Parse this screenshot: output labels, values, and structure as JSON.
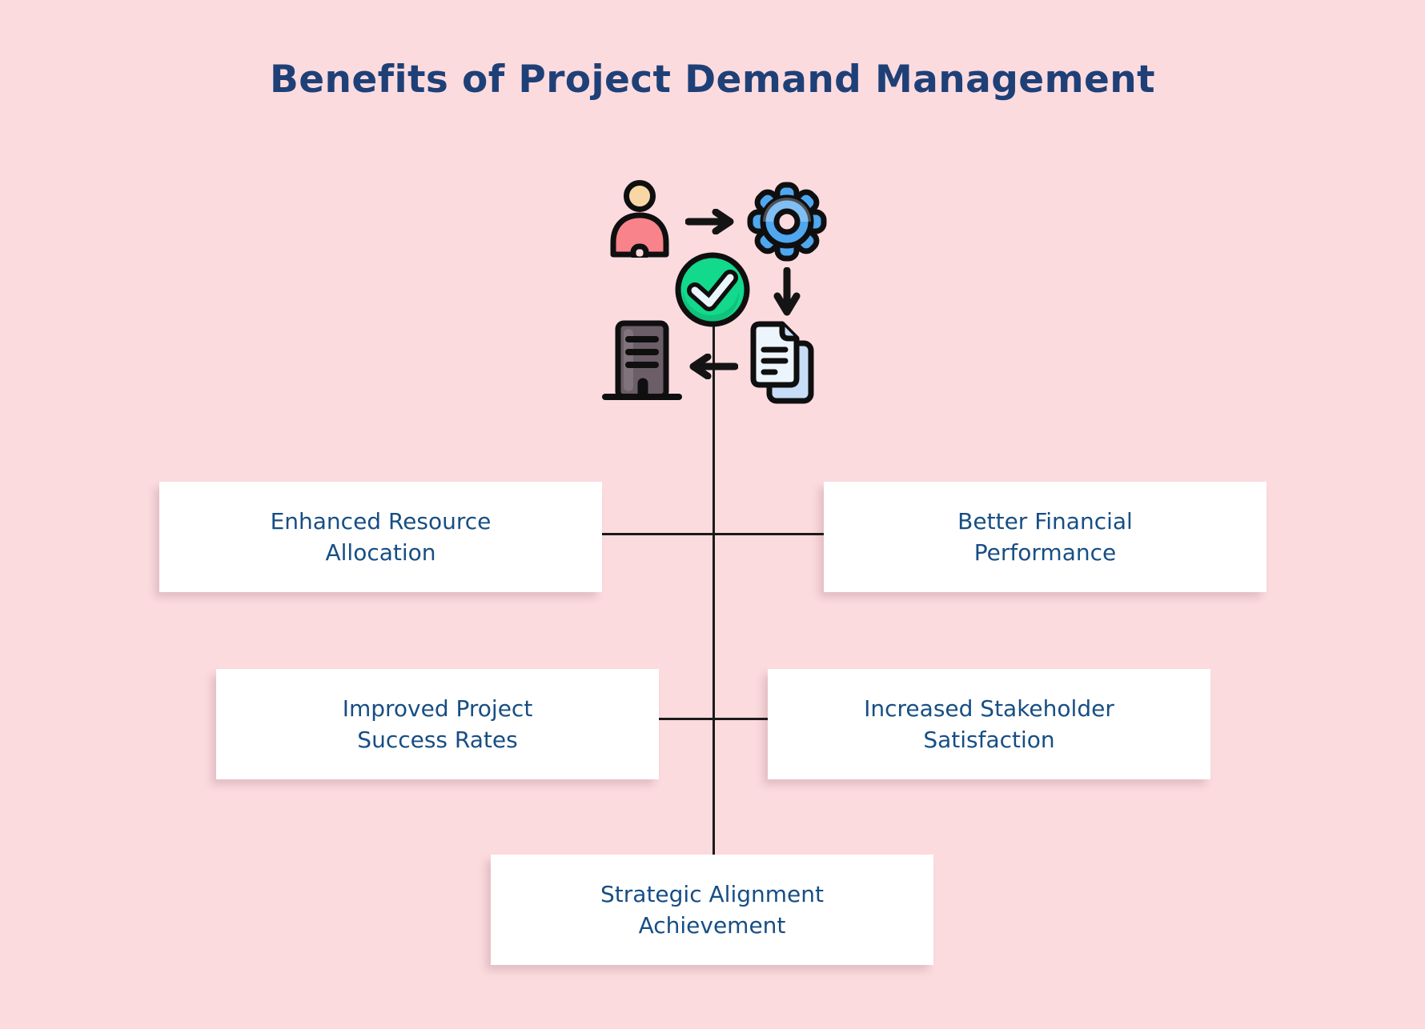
{
  "title": "Benefits of Project Demand Management",
  "colors": {
    "background": "#FCDBDF",
    "title_text": "#1E4077",
    "box_text": "#174E84",
    "box_background": "#FFFFFF",
    "connector_line": "#1B1B1B",
    "icon_outline": "#0F0F10",
    "person_body": "#F8838B",
    "person_head": "#F9D7A4",
    "gear_blue": "#4FA7EF",
    "check_green": "#12D98B",
    "check_mark": "#EAF6FD",
    "building_gray": "#6B5E67",
    "document_front": "#EDF5FC",
    "document_back": "#C7DCF6"
  },
  "cluster_icons": [
    "person-icon",
    "arrow-right-icon",
    "gear-icon",
    "check-circle-icon",
    "arrow-down-icon",
    "building-icon",
    "arrow-left-icon",
    "documents-icon"
  ],
  "boxes": [
    {
      "name": "enhanced-resource-allocation",
      "label": "Enhanced Resource Allocation",
      "lines": [
        "Enhanced Resource",
        "Allocation"
      ]
    },
    {
      "name": "better-financial-performance",
      "label": "Better Financial Performance",
      "lines": [
        "Better Financial",
        "Performance"
      ]
    },
    {
      "name": "improved-project-success-rates",
      "label": "Improved Project Success Rates",
      "lines": [
        "Improved Project",
        "Success Rates"
      ]
    },
    {
      "name": "increased-stakeholder-satisfaction",
      "label": "Increased Stakeholder Satisfaction",
      "lines": [
        "Increased Stakeholder",
        "Satisfaction"
      ]
    },
    {
      "name": "strategic-alignment-achievement",
      "label": "Strategic Alignment Achievement",
      "lines": [
        "Strategic Alignment",
        "Achievement"
      ]
    }
  ]
}
